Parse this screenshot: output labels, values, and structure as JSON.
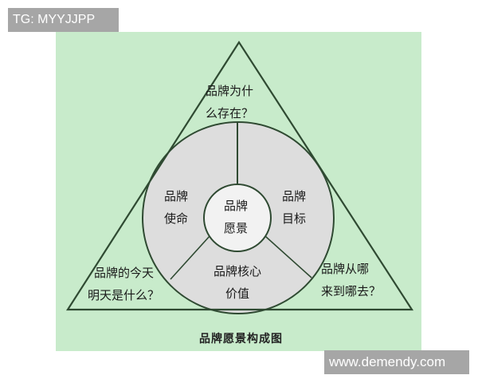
{
  "watermarks": {
    "top_left": "TG: MYYJJPP",
    "bottom_right": "www.demendy.com"
  },
  "diagram": {
    "caption": "品牌愿景构成图",
    "colors": {
      "panel_background": "#c8ebcb",
      "circle_fill": "#dddddd",
      "inner_circle_fill": "#f2f2f2",
      "line": "#2f4a32"
    },
    "triangle_corners": {
      "top": {
        "line1": "品牌为什",
        "line2": "么存在？"
      },
      "bottom_left": {
        "line1": "品牌的今天",
        "line2": "明天是什么？"
      },
      "bottom_right": {
        "line1": "品牌从哪",
        "line2": "来到哪去？"
      }
    },
    "circle_segments": {
      "left": {
        "line1": "品牌",
        "line2": "使命"
      },
      "right": {
        "line1": "品牌",
        "line2": "目标"
      },
      "bottom": {
        "line1": "品牌核心",
        "line2": "价值"
      }
    },
    "center": {
      "line1": "品牌",
      "line2": "愿景"
    }
  }
}
